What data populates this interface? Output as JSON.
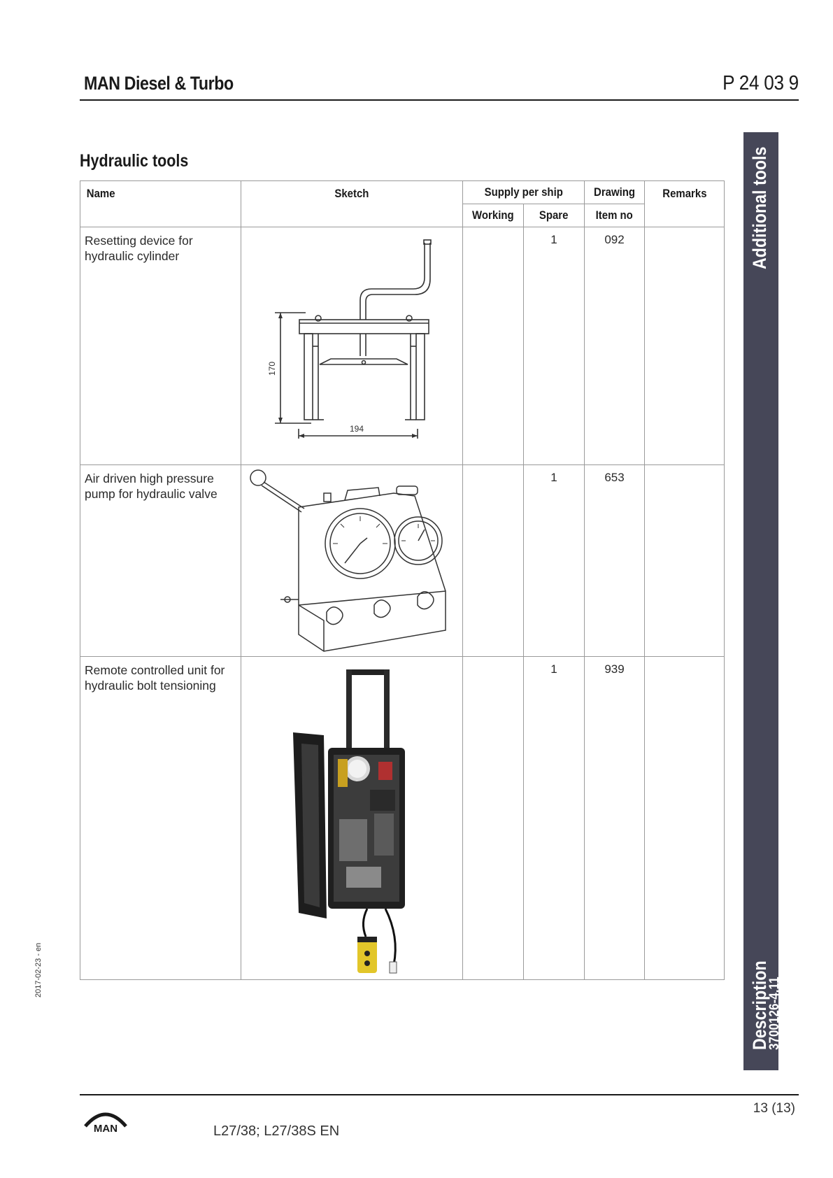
{
  "header": {
    "brand": "MAN Diesel & Turbo",
    "doc_number": "P 24 03 9"
  },
  "section_title": "Hydraulic tools",
  "sidebar": {
    "top_label": "Additional tools",
    "bottom_label": "Description",
    "code": "3700126-4.11"
  },
  "side_date": "2017-02-23 - en",
  "table": {
    "headers": {
      "name": "Name",
      "sketch": "Sketch",
      "supply": "Supply per ship",
      "drawing": "Drawing",
      "remarks": "Remarks",
      "working": "Working",
      "spare": "Spare",
      "item_no": "Item no"
    },
    "rows": [
      {
        "name": "Resetting device for hydraulic cylinder",
        "working": "",
        "spare": "1",
        "item_no": "092",
        "remarks": ""
      },
      {
        "name": "Air driven high pressure pump for hydraulic valve",
        "working": "",
        "spare": "1",
        "item_no": "653",
        "remarks": ""
      },
      {
        "name": "Remote controlled unit for hydraulic bolt tensioning",
        "working": "",
        "spare": "1",
        "item_no": "939",
        "remarks": ""
      }
    ],
    "sketch1_dims": {
      "height": "170",
      "width": "194"
    }
  },
  "footer": {
    "page": "13 (13)",
    "engine": "L27/38; L27/38S EN",
    "logo": "MAN"
  }
}
